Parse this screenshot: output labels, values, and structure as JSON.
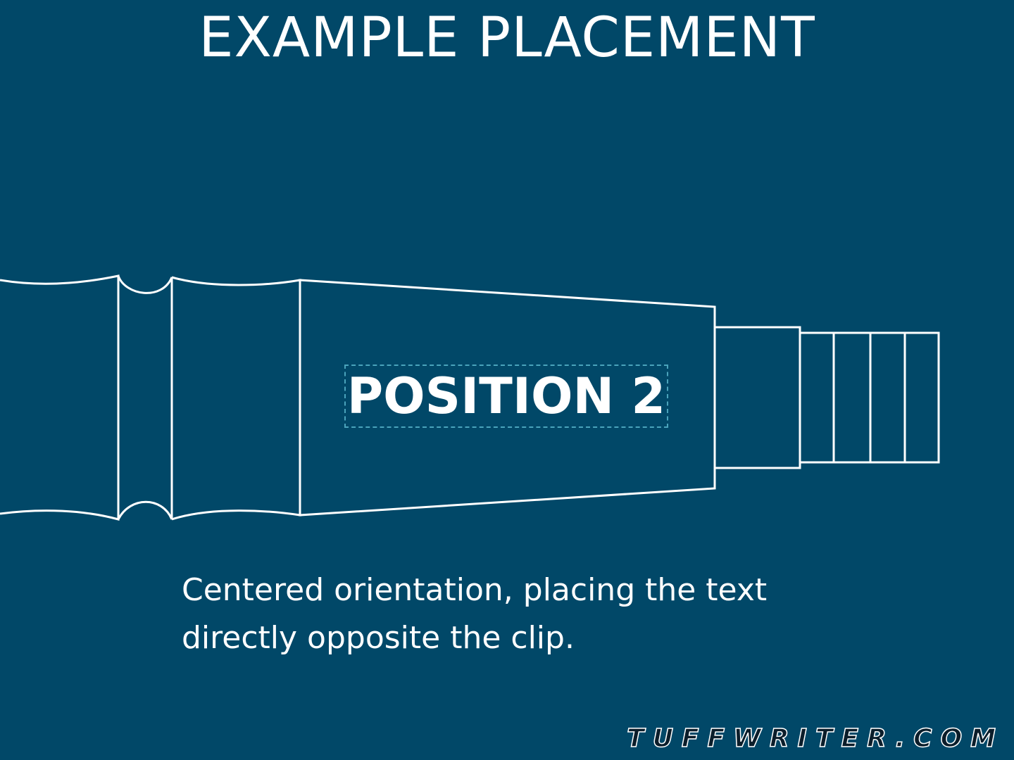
{
  "title": "EXAMPLE PLACEMENT",
  "position_label": "POSITION 2",
  "caption": "Centered orientation, placing the text directly opposite the clip.",
  "website": "TUFFWRITER.COM",
  "colors": {
    "background": "#014868",
    "outline": "#ffffff",
    "dashed_box": "#4aa3bb",
    "text": "#ffffff"
  }
}
